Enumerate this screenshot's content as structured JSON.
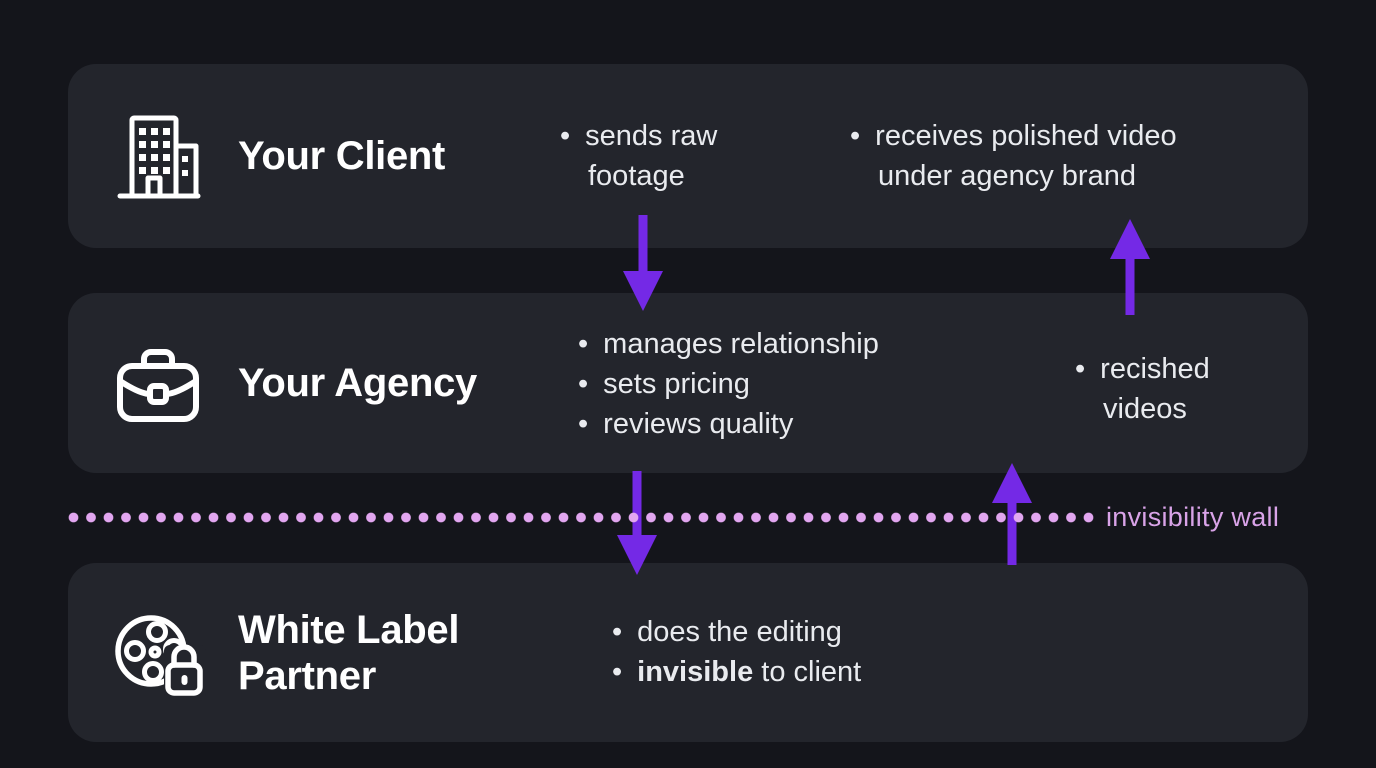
{
  "cards": [
    {
      "title": "Your Client",
      "icon": "building-icon",
      "left_bullets": [
        "sends raw footage"
      ],
      "right_bullets": [
        "receives polished video under agency brand"
      ]
    },
    {
      "title": "Your Agency",
      "icon": "briefcase-icon",
      "left_bullets": [
        "manages relationship",
        "sets pricing",
        "reviews quality"
      ],
      "right_bullets": [
        "recished videos"
      ]
    },
    {
      "title": "White Label Partner",
      "icon": "film-reel-lock-icon",
      "left_bullets": [
        "does the editing"
      ],
      "bullet_invisible": {
        "bold": "invisible",
        "rest": " to client"
      }
    }
  ],
  "wall": {
    "label": "invisibility wall"
  },
  "colors": {
    "background": "#14151b",
    "card": "#23252c",
    "arrow": "#7429e6",
    "wall_dot": "#e2a6f0",
    "wall_label": "#d9a3e8",
    "title": "#ffffff",
    "bullet_text": "#e9ebef"
  }
}
